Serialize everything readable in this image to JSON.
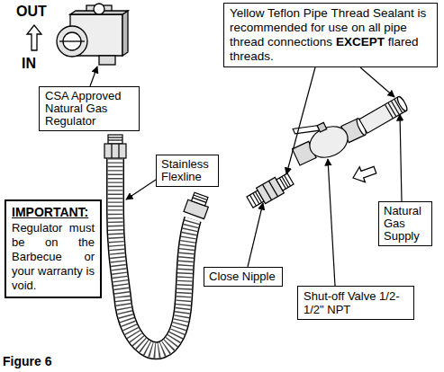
{
  "diagram": {
    "caption": "Figure 6",
    "nodes": [
      {
        "text": [
          "Yellow Teflon Pipe Thread Sealant is recommended for use on all pipe thread connections EXCEPT flared threads."
        ]
      },
      {
        "text": [
          "CSA Approved Natural Gas Regulator"
        ]
      },
      {
        "text": [
          "Stainless Flexline"
        ]
      },
      {
        "text": [
          "IMPORTANT:",
          "Regulator must be on the Barbecue or your warranty is void."
        ]
      },
      {
        "text": [
          "Close Nipple"
        ]
      },
      {
        "text": [
          "Natural Gas Supply"
        ]
      },
      {
        "text": [
          "Shut-off Valve 1/2-1/2\" NPT"
        ]
      }
    ],
    "labels": [
      "OUT",
      "IN"
    ]
  }
}
